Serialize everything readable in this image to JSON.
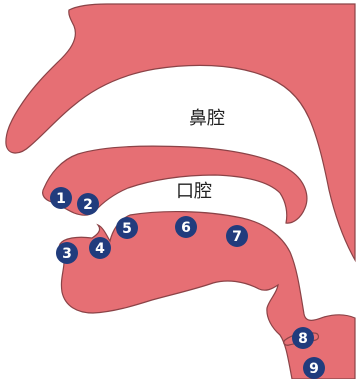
{
  "labels": {
    "nasal_cavity": "鼻腔",
    "oral_cavity": "口腔"
  },
  "markers": [
    "1",
    "2",
    "3",
    "4",
    "5",
    "6",
    "7",
    "8",
    "9"
  ],
  "colors": {
    "tissue_fill": "#e66f74",
    "tissue_stroke": "#8b4347",
    "marker_fill": "#213c7d",
    "marker_text": "#ffffff",
    "background": "#ffffff"
  }
}
